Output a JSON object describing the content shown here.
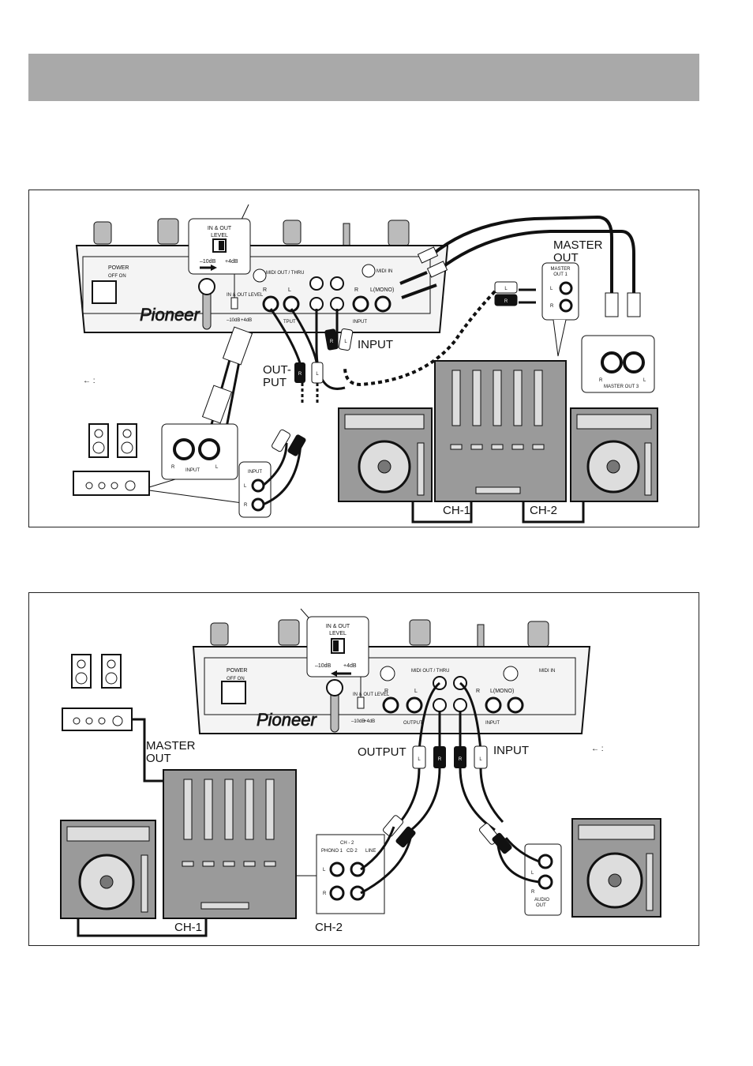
{
  "figure1": {
    "switch": {
      "title_line1": "IN & OUT",
      "title_line2": "LEVEL",
      "minus": "–10dB",
      "plus": "+4dB",
      "small_label": "IN & OUT LEVEL",
      "small_minus": "–10dB",
      "small_plus": "+4dB"
    },
    "unit": {
      "power": "POWER",
      "power_sub": "OFF ON",
      "midi_out": "MIDI OUT / THRU",
      "midi_in": "MIDI IN",
      "r": "R",
      "l": "L",
      "l_mono": "L(MONO)",
      "tput": "TPUT",
      "input": "INPUT",
      "brand": "Pioneer"
    },
    "labels": {
      "master_out_line1": "MASTER",
      "master_out_line2": "OUT",
      "input": "INPUT",
      "output_line1": "OUT-",
      "output_line2": "PUT",
      "arrow_key": "← :",
      "ch1": "CH-1",
      "ch2": "CH-2"
    },
    "master_out1": {
      "title_line1": "MASTER",
      "title_line2": "OUT 1",
      "l": "L",
      "r": "R"
    },
    "master_out3": {
      "r": "R",
      "label": "MASTER OUT 3",
      "l": "L"
    },
    "amp_input": {
      "r": "R",
      "label": "INPUT",
      "l": "L"
    },
    "mixer_input": {
      "title": "INPUT",
      "l": "L",
      "r": "R"
    },
    "plugs": {
      "l": "L",
      "r": "R"
    }
  },
  "figure2": {
    "switch": {
      "title_line1": "IN & OUT",
      "title_line2": "LEVEL",
      "minus": "–10dB",
      "plus": "+4dB",
      "small_label": "IN & OUT LEVEL",
      "small_minus": "–10dB",
      "small_plus": "+4dB"
    },
    "unit": {
      "power": "POWER",
      "power_sub": "OFF ON",
      "midi_out": "MIDI OUT / THRU",
      "midi_in": "MIDI IN",
      "r": "R",
      "l": "L",
      "l_mono": "L(MONO)",
      "output": "OUTPUT",
      "input": "INPUT",
      "brand": "Pioneer"
    },
    "labels": {
      "master_out_line1": "MASTER",
      "master_out_line2": "OUT",
      "output": "OUTPUT",
      "input": "INPUT",
      "arrow_key": "← :",
      "ch1": "CH-1",
      "ch2": "CH-2"
    },
    "ch2_panel": {
      "title": "CH - 2",
      "phono": "PHONO 1",
      "cd": "CD 2",
      "line": "LINE",
      "l": "L",
      "r": "R"
    },
    "audio_out": {
      "l": "L",
      "r": "R",
      "label_line1": "AUDIO",
      "label_line2": "OUT"
    },
    "plugs": {
      "l": "L",
      "r": "R"
    }
  }
}
